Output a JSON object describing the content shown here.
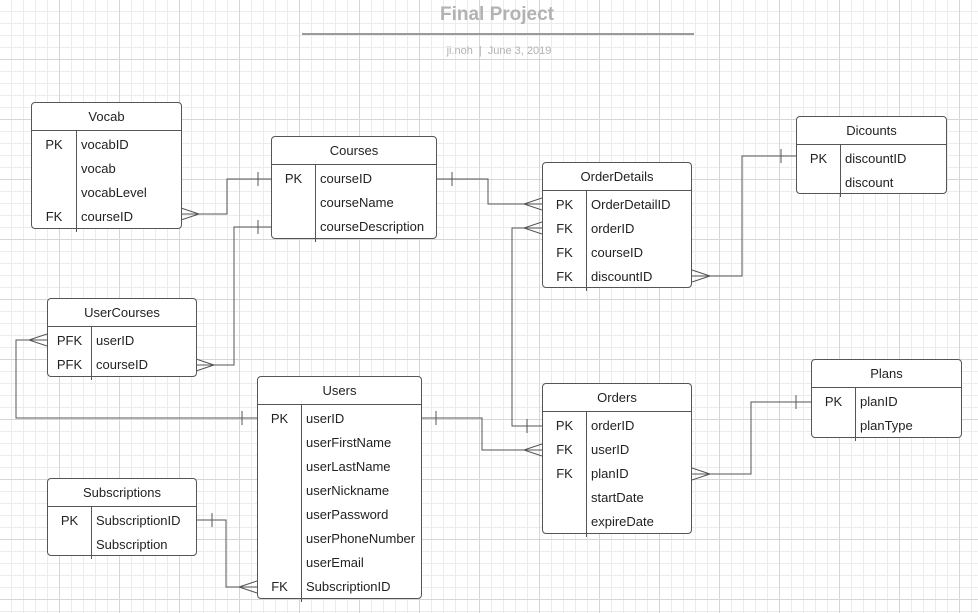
{
  "header": {
    "title": "Final Project",
    "author": "ji.noh",
    "separator": "|",
    "date": "June 3, 2019"
  },
  "colors": {
    "line": "#555555",
    "title": "#b2b2b2"
  },
  "entities": {
    "vocab": {
      "name": "Vocab",
      "rows": [
        {
          "key": "PK",
          "field": "vocabID"
        },
        {
          "key": "",
          "field": "vocab"
        },
        {
          "key": "",
          "field": "vocabLevel"
        },
        {
          "key": "FK",
          "field": "courseID"
        }
      ]
    },
    "courses": {
      "name": "Courses",
      "rows": [
        {
          "key": "PK",
          "field": "courseID"
        },
        {
          "key": "",
          "field": "courseName"
        },
        {
          "key": "",
          "field": "courseDescription"
        }
      ]
    },
    "orderdetails": {
      "name": "OrderDetails",
      "rows": [
        {
          "key": "PK",
          "field": "OrderDetailID"
        },
        {
          "key": "FK",
          "field": "orderID"
        },
        {
          "key": "FK",
          "field": "courseID"
        },
        {
          "key": "FK",
          "field": "discountID"
        }
      ]
    },
    "dicounts": {
      "name": "Dicounts",
      "rows": [
        {
          "key": "PK",
          "field": "discountID"
        },
        {
          "key": "",
          "field": "discount"
        }
      ]
    },
    "usercourses": {
      "name": "UserCourses",
      "rows": [
        {
          "key": "PFK",
          "field": "userID"
        },
        {
          "key": "PFK",
          "field": "courseID"
        }
      ]
    },
    "users": {
      "name": "Users",
      "rows": [
        {
          "key": "PK",
          "field": "userID"
        },
        {
          "key": "",
          "field": "userFirstName"
        },
        {
          "key": "",
          "field": "userLastName"
        },
        {
          "key": "",
          "field": "userNickname"
        },
        {
          "key": "",
          "field": "userPassword"
        },
        {
          "key": "",
          "field": "userPhoneNumber"
        },
        {
          "key": "",
          "field": "userEmail"
        },
        {
          "key": "FK",
          "field": "SubscriptionID"
        }
      ]
    },
    "orders": {
      "name": "Orders",
      "rows": [
        {
          "key": "PK",
          "field": "orderID"
        },
        {
          "key": "FK",
          "field": "userID"
        },
        {
          "key": "FK",
          "field": "planID"
        },
        {
          "key": "",
          "field": "startDate"
        },
        {
          "key": "",
          "field": "expireDate"
        }
      ]
    },
    "plans": {
      "name": "Plans",
      "rows": [
        {
          "key": "PK",
          "field": "planID"
        },
        {
          "key": "",
          "field": "planType"
        }
      ]
    },
    "subscriptions": {
      "name": "Subscriptions",
      "rows": [
        {
          "key": "PK",
          "field": "SubscriptionID"
        },
        {
          "key": "",
          "field": "Subscription"
        }
      ]
    }
  },
  "relationships": [
    {
      "from": "courses",
      "to": "vocab",
      "one": "courseID",
      "many": "courseID"
    },
    {
      "from": "courses",
      "to": "usercourses",
      "one": "courseID",
      "many": "courseID"
    },
    {
      "from": "courses",
      "to": "orderdetails",
      "one": "courseID",
      "many": "courseID"
    },
    {
      "from": "users",
      "to": "usercourses",
      "one": "userID",
      "many": "userID"
    },
    {
      "from": "users",
      "to": "orders",
      "one": "userID",
      "many": "userID"
    },
    {
      "from": "orders",
      "to": "orderdetails",
      "one": "orderID",
      "many": "orderID"
    },
    {
      "from": "dicounts",
      "to": "orderdetails",
      "one": "discountID",
      "many": "discountID"
    },
    {
      "from": "plans",
      "to": "orders",
      "one": "planID",
      "many": "planID"
    },
    {
      "from": "subscriptions",
      "to": "users",
      "one": "SubscriptionID",
      "many": "SubscriptionID"
    }
  ]
}
